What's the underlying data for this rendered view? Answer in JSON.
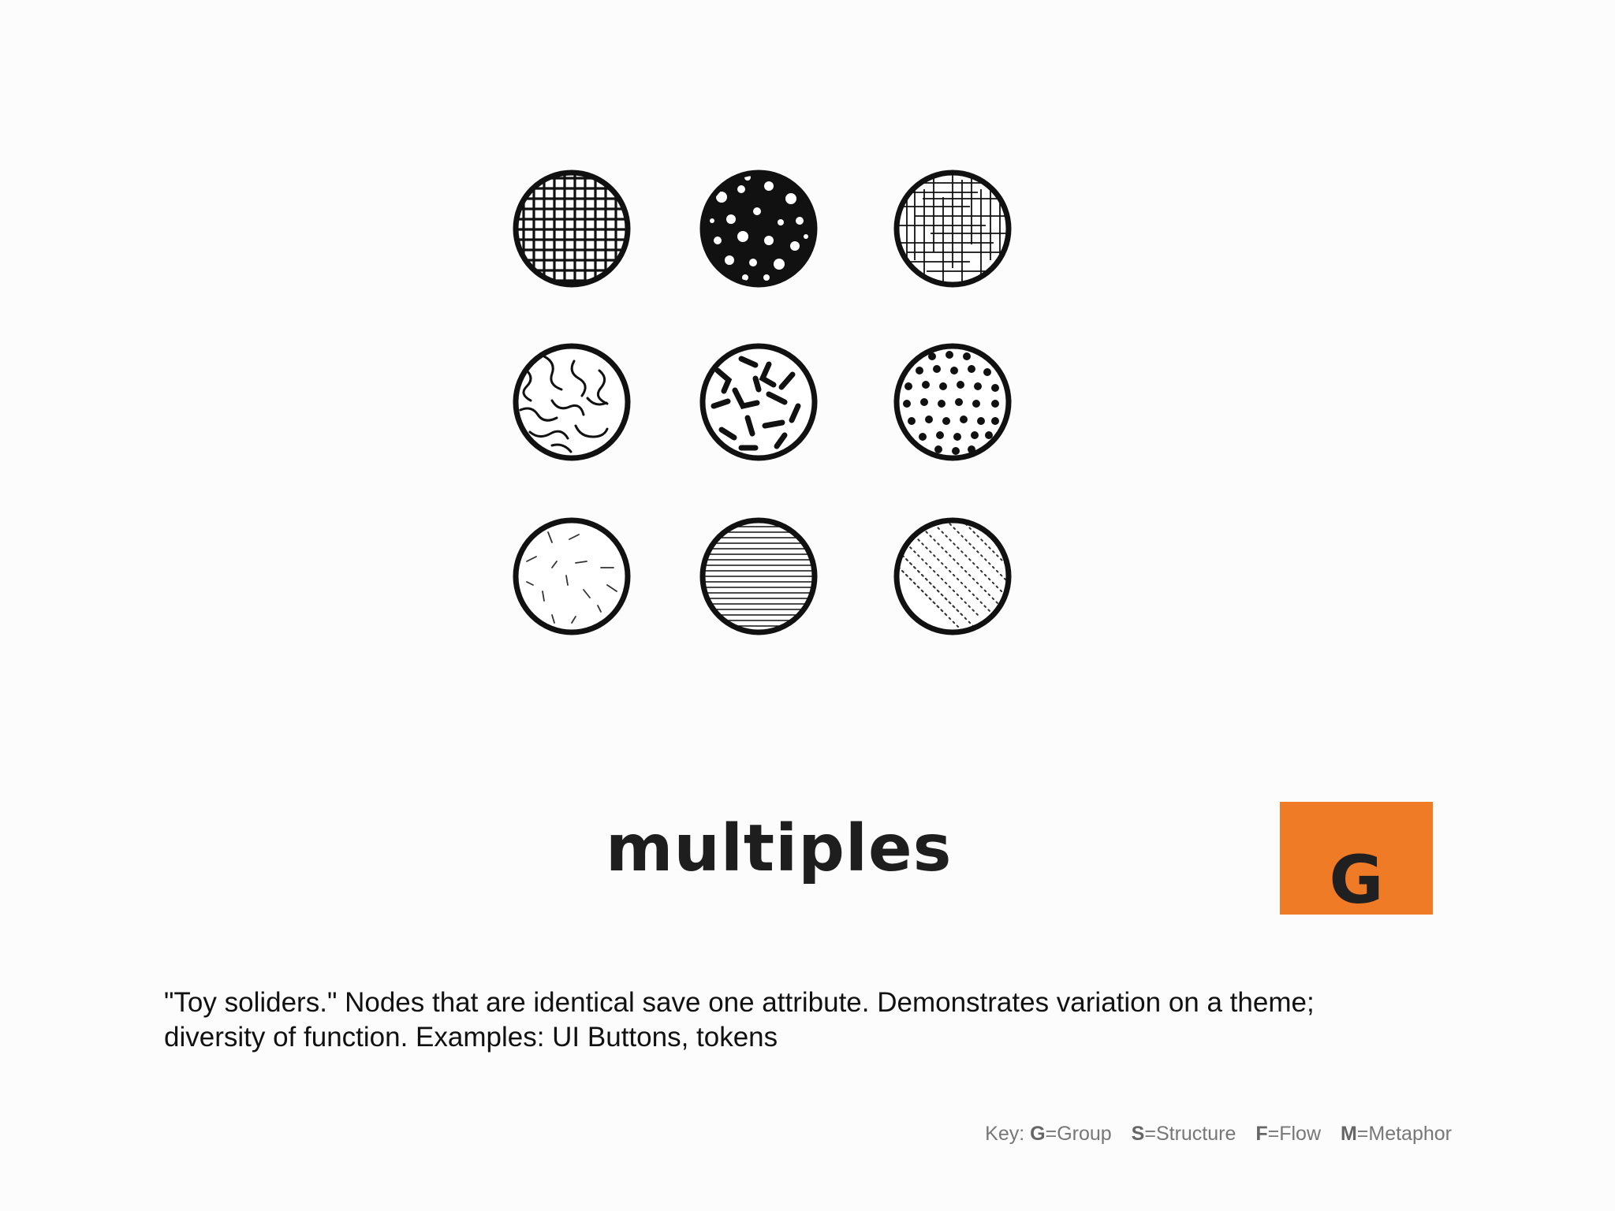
{
  "title": "multiples",
  "badge": {
    "letter": "G",
    "color": "#f07b27"
  },
  "caption": {
    "line1": "\"Toy soliders.\" Nodes that are identical save one attribute. Demonstrates variation on a theme;",
    "line2": "diversity of function. Examples: UI Buttons, tokens"
  },
  "key": {
    "prefix": "Key:",
    "items": [
      {
        "letter": "G",
        "label": "=Group"
      },
      {
        "letter": "S",
        "label": "=Structure"
      },
      {
        "letter": "F",
        "label": "=Flow"
      },
      {
        "letter": "M",
        "label": "=Metaphor"
      }
    ]
  },
  "patterns": [
    "grid",
    "blobs",
    "crosshatch",
    "squiggles",
    "broken-strokes",
    "dots",
    "sparse-dashes",
    "horizontal-lines",
    "diagonal-dotted-lines"
  ]
}
